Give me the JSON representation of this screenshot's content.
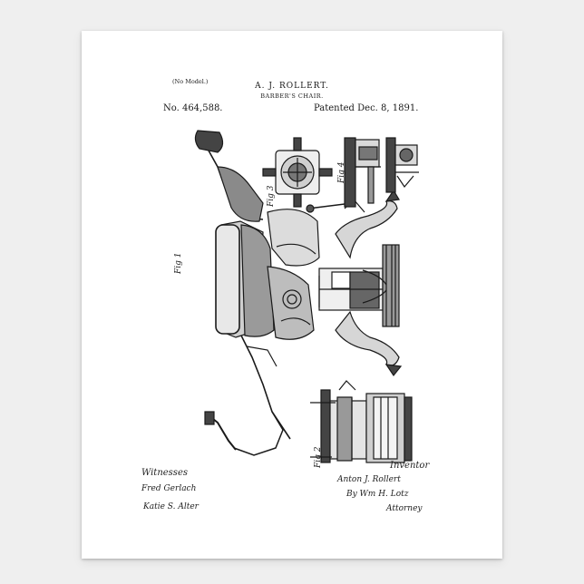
{
  "header": {
    "model": "(No Model.)",
    "inventor": "A. J. ROLLERT.",
    "title": "BARBER'S CHAIR.",
    "patent_no": "No. 464,588.",
    "patent_date": "Patented Dec. 8, 1891."
  },
  "figures": {
    "fig1": "Fig 1",
    "fig2": "Fig 2",
    "fig3": "Fig 3",
    "fig4": "Fig 4"
  },
  "signatures": {
    "witnesses_label": "Witnesses",
    "witness_1": "Fred Gerlach",
    "witness_2": "Katie S. Alter",
    "inventor_label": "Inventor",
    "inventor_sig": "Anton J. Rollert",
    "by_attorney": "By Wm H. Lotz",
    "attorney_label": "Attorney"
  },
  "colors": {
    "ink": "#1a1a1a",
    "paper": "#ffffff",
    "wall": "#efefef"
  }
}
